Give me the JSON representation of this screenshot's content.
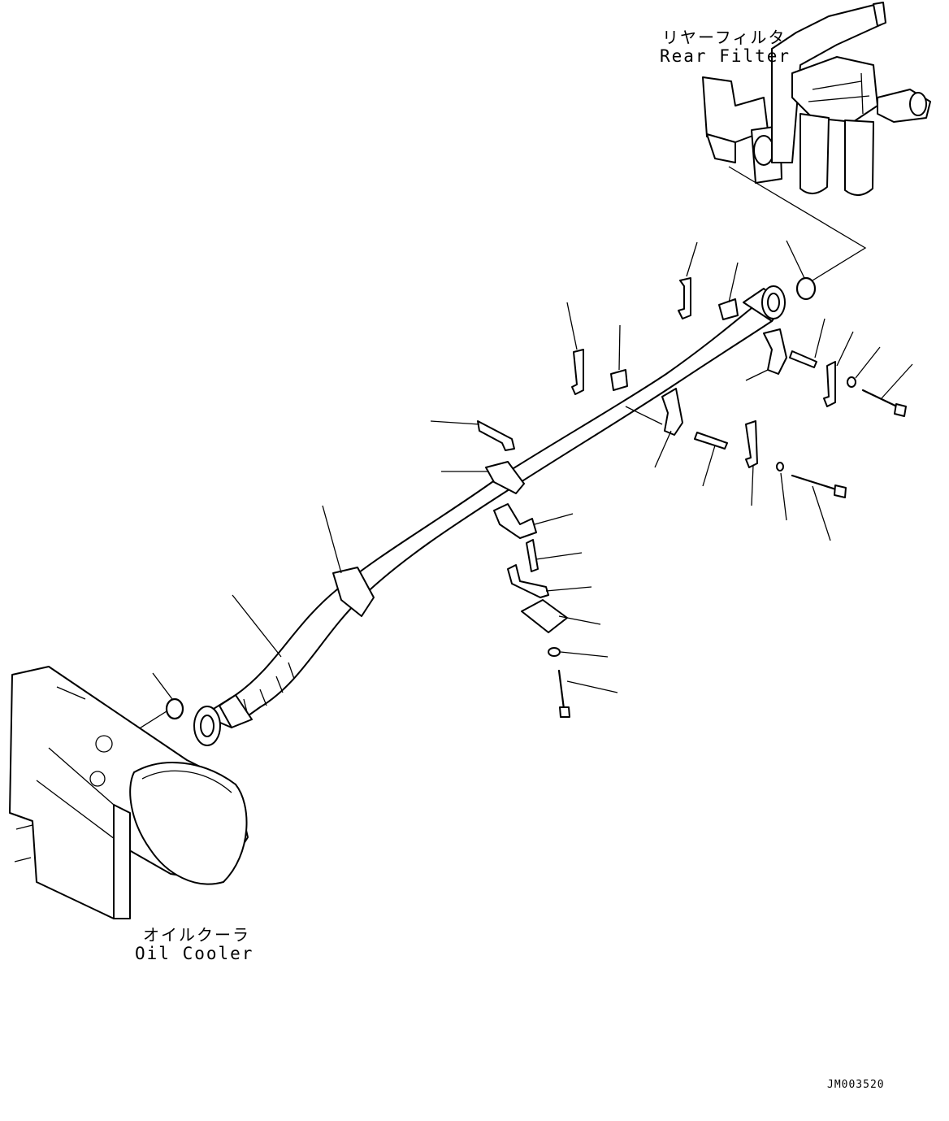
{
  "labels": {
    "rear_filter_jp": "リヤーフィルタ",
    "rear_filter_en": "Rear Filter",
    "oil_cooler_jp": "オイルクーラ",
    "oil_cooler_en": "Oil Cooler",
    "drawing_code": "JM003520"
  },
  "colors": {
    "ink": "#000000",
    "paper": "#ffffff"
  }
}
